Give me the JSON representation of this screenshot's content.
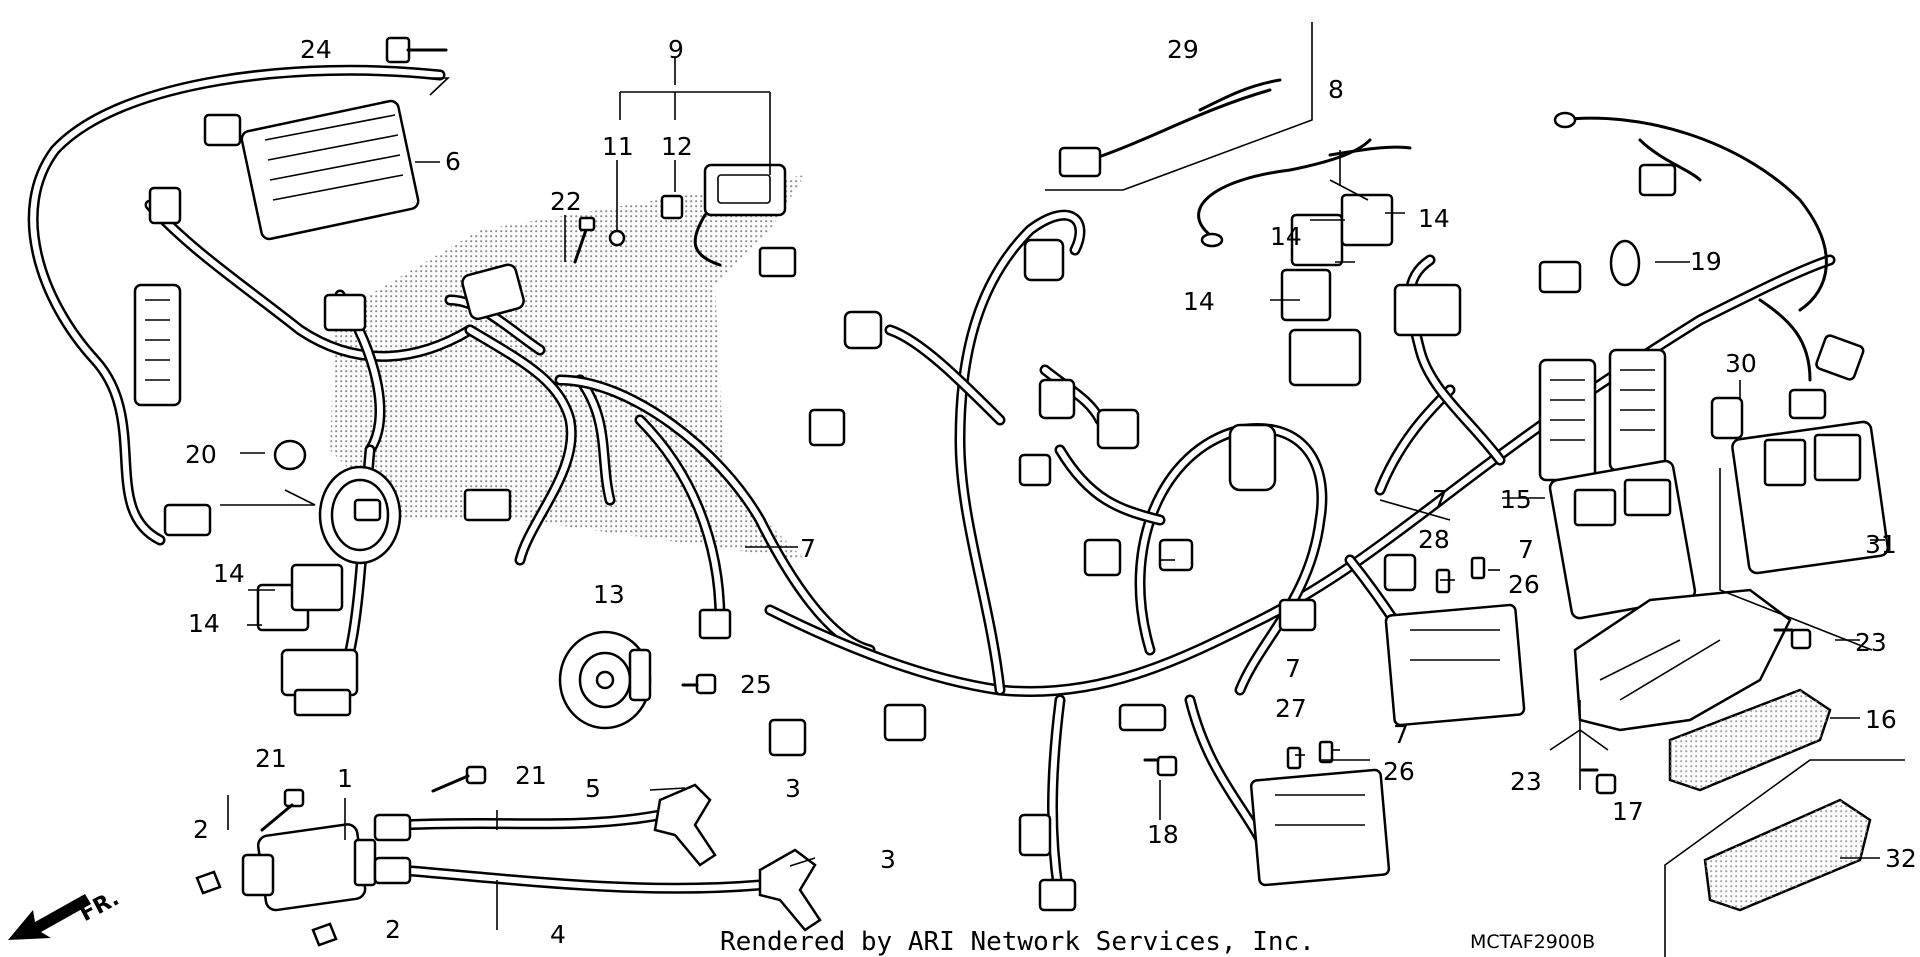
{
  "diagram": {
    "callouts": [
      "1",
      "2",
      "3",
      "4",
      "5",
      "6",
      "7",
      "8",
      "9",
      "11",
      "12",
      "13",
      "14",
      "15",
      "16",
      "17",
      "18",
      "19",
      "20",
      "21",
      "22",
      "23",
      "24",
      "25",
      "26",
      "27",
      "28",
      "29",
      "30",
      "31",
      "32"
    ],
    "footer": "Rendered by ARI Network Services, Inc.",
    "drawing_code": "MCTAF2900B",
    "direction": "FR."
  },
  "colors": {
    "ink": "#000000",
    "paper": "#ffffff",
    "stipple": "#8c8c8c"
  },
  "icons": [
    "front-direction-arrow-icon"
  ]
}
